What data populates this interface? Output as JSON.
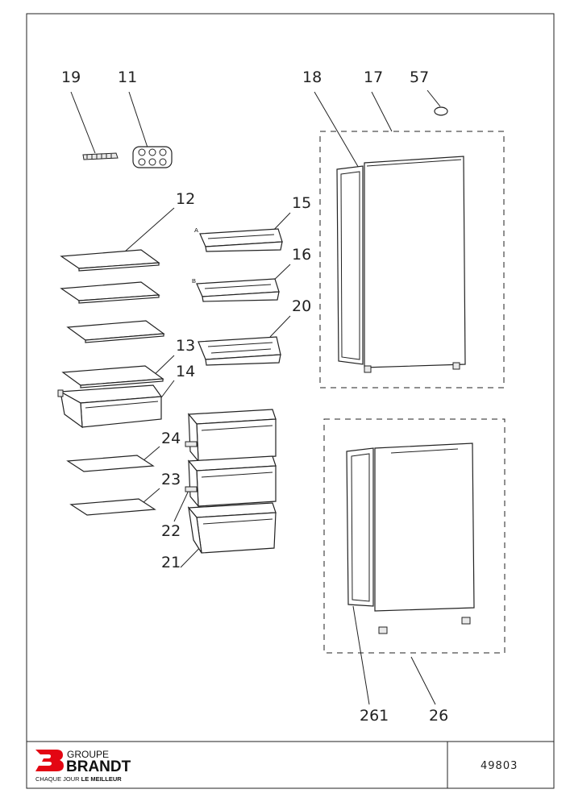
{
  "diagram": {
    "callouts": {
      "c19": "19",
      "c11": "11",
      "c18": "18",
      "c17": "17",
      "c57": "57",
      "c12": "12",
      "c15": "15",
      "c16": "16",
      "c20": "20",
      "c13": "13",
      "c14": "14",
      "c24": "24",
      "c23": "23",
      "c22": "22",
      "c21": "21",
      "c261": "261",
      "c26": "26"
    },
    "shelf_marks": {
      "a": "A",
      "b": "B"
    }
  },
  "footer": {
    "brand": {
      "line1": "GROUPE",
      "line2": "BRANDT",
      "tagline_regular": "CHAQUE JOUR ",
      "tagline_bold": "LE MEILLEUR",
      "logo_color": "#e30613"
    },
    "document_number": "49803"
  }
}
